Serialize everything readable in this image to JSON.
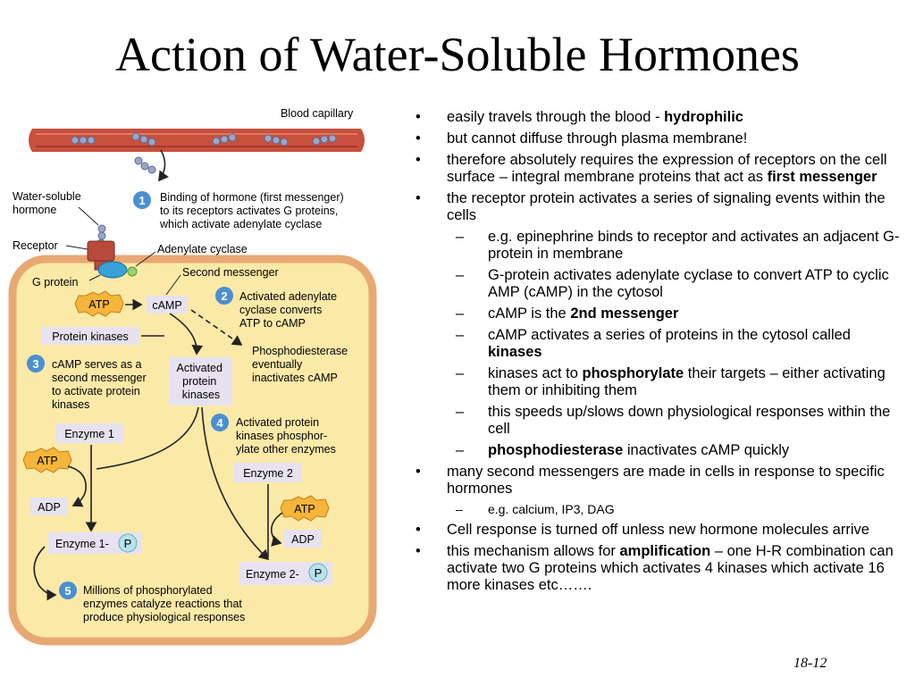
{
  "title": "Action of Water-Soluble Hormones",
  "diagram": {
    "blood_capillary": "Blood capillary",
    "water_soluble_hormone": [
      "Water-soluble",
      "hormone"
    ],
    "receptor": "Receptor",
    "g_protein": "G protein",
    "adenylate_cyclase": "Adenylate cyclase",
    "second_messenger": "Second messenger",
    "atp": "ATP",
    "camp": "cAMP",
    "protein_kinases": "Protein kinases",
    "activated_protein_kinases": [
      "Activated",
      "protein",
      "kinases"
    ],
    "phosphodiesterase": [
      "Phosphodiesterase",
      "eventually",
      "inactivates cAMP"
    ],
    "enzyme1": "Enzyme 1",
    "enzyme2": "Enzyme 2",
    "adp": "ADP",
    "enzyme1_p": "Enzyme 1-",
    "enzyme2_p": "Enzyme 2-",
    "p": "P",
    "steps": [
      {
        "num": "1",
        "lines": [
          "Binding of hormone (first messenger)",
          "to its receptors activates G proteins,",
          "which activate adenylate cyclase"
        ]
      },
      {
        "num": "2",
        "lines": [
          "Activated adenylate",
          "cyclase converts",
          "ATP to cAMP"
        ]
      },
      {
        "num": "3",
        "lines": [
          "cAMP serves as a",
          "second messenger",
          "to activate protein",
          "kinases"
        ]
      },
      {
        "num": "4",
        "lines": [
          "Activated protein",
          "kinases phosphor-",
          "ylate other enzymes"
        ]
      },
      {
        "num": "5",
        "lines": [
          "Millions of phosphorylated",
          "enzymes catalyze reactions that",
          "produce physiological responses"
        ]
      }
    ]
  },
  "bullets": {
    "b1_pre": "easily travels through the blood - ",
    "b1_bold": "hydrophilic",
    "b2": "but cannot diffuse through plasma membrane!",
    "b3_pre": "therefore absolutely requires the expression of receptors on the cell surface – integral membrane proteins that act as ",
    "b3_bold": "first messenger",
    "b4": "the receptor protein activates a series of signaling events within the cells",
    "s1": "e.g. epinephrine binds to receptor and activates an adjacent G-protein in membrane",
    "s2": "G-protein activates adenylate cyclase to convert ATP to cyclic AMP (cAMP) in the cytosol",
    "s3_pre": "cAMP is the ",
    "s3_bold": "2nd messenger",
    "s4_pre": "cAMP activates a series of proteins in the cytosol called ",
    "s4_bold": "kinases",
    "s5_pre": "kinases act to ",
    "s5_bold": "phosphorylate",
    "s5_post": " their targets – either activating them or inhibiting them",
    "s6": "this speeds up/slows down physiological responses within the cell",
    "s7_bold": "phosphodiesterase",
    "s7_post": " inactivates cAMP quickly",
    "b5": "many second messengers are made in cells in response to specific hormones",
    "s8": "e.g. calcium, IP3, DAG",
    "b6": "Cell response is turned off unless new hormone molecules arrive",
    "b7_pre": "this mechanism allows for ",
    "b7_bold": "amplification",
    "b7_post": " – one H-R combination can activate two G proteins which activates 4 kinases which activate 16 more kinases etc……."
  },
  "markers": {
    "bullet": "•",
    "dash": "–"
  },
  "page_number": "18-12",
  "colors": {
    "cell_fill": "#fbe9a8",
    "cell_border": "#e8a872",
    "capillary": "#c8503c",
    "step_circle": "#4a90cf",
    "atp_star": "#f5b53a",
    "label_box": "#e6e2f0",
    "phospho_p": "#b7e3ea"
  }
}
